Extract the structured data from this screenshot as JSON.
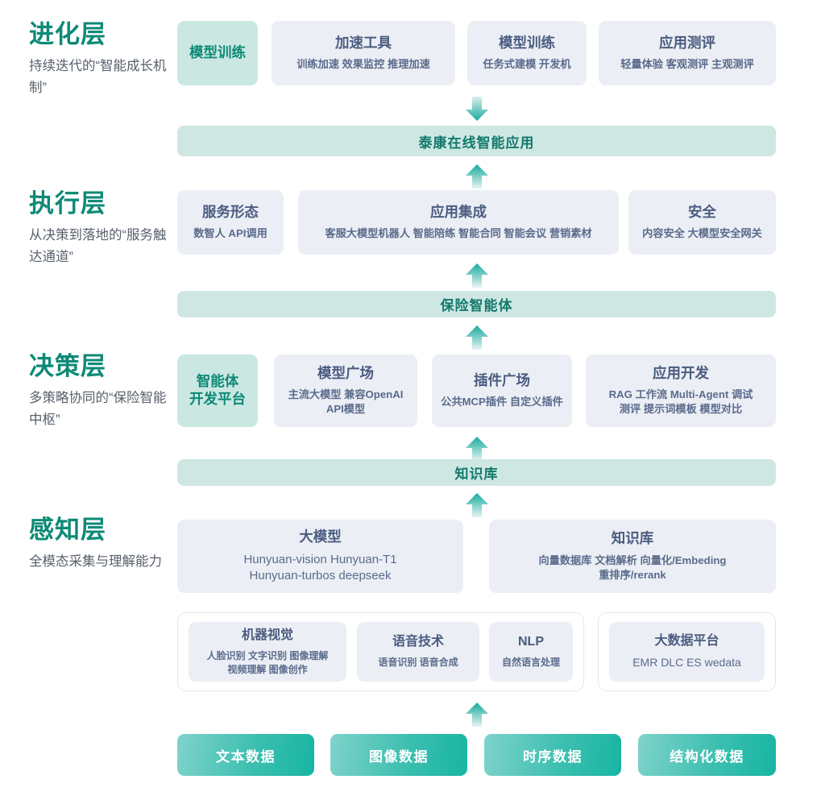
{
  "layers": [
    {
      "title": "进化层",
      "desc": "持续迭代的“智能成长机制”"
    },
    {
      "title": "执行层",
      "desc": "从决策到落地的“服务触达通道”"
    },
    {
      "title": "决策层",
      "desc": "多策略协同的“保险智能中枢”"
    },
    {
      "title": "感知层",
      "desc": "全模态采集与理解能力"
    }
  ],
  "evolution_cards": [
    {
      "title": "模型训练",
      "sub": ""
    },
    {
      "title": "加速工具",
      "sub": "训练加速 效果监控 推理加速"
    },
    {
      "title": "模型训练",
      "sub": "任务式建模 开发机"
    },
    {
      "title": "应用测评",
      "sub": "轻量体验 客观测评 主观测评"
    }
  ],
  "bars": [
    {
      "label": "泰康在线智能应用"
    },
    {
      "label": "保险智能体"
    },
    {
      "label": "知识库"
    }
  ],
  "execution_cards": [
    {
      "title": "服务形态",
      "sub": "数智人  API调用"
    },
    {
      "title": "应用集成",
      "sub": "客服大模型机器人 智能陪练 智能合同 智能会议 营销素材"
    },
    {
      "title": "安全",
      "sub": "内容安全 大模型安全网关"
    }
  ],
  "decision_cards": [
    {
      "title": "智能体\n开发平台",
      "sub": ""
    },
    {
      "title": "模型广场",
      "sub": "主流大模型    兼容OpenAI\nAPI模型"
    },
    {
      "title": "插件广场",
      "sub": "公共MCP插件 自定义插件"
    },
    {
      "title": "应用开发",
      "sub": "RAG 工作流 Multi-Agent 调试\n测评 提示词模板 模型对比"
    }
  ],
  "perception_cards": [
    {
      "title": "大模型",
      "sub": "Hunyuan-vision Hunyuan-T1\nHunyuan-turbos deepseek"
    },
    {
      "title": "知识库",
      "sub": "向量数据库 文档解析 向量化/Embeding\n重排序/rerank"
    }
  ],
  "tech_cards": [
    {
      "title": "机器视觉",
      "sub": "人脸识别 文字识别 图像理解\n视频理解 图像创作"
    },
    {
      "title": "语音技术",
      "sub": "语音识别 语音合成"
    },
    {
      "title": "NLP",
      "sub": "自然语言处理"
    },
    {
      "title": "大数据平台",
      "sub": "EMR DLC ES wedata"
    }
  ],
  "data_pills": [
    {
      "label": "文本数据"
    },
    {
      "label": "图像数据"
    },
    {
      "label": "时序数据"
    },
    {
      "label": "结构化数据"
    }
  ],
  "colors": {
    "accent_teal": "#0d8a77",
    "card_grey": "#ebeef4",
    "card_teal": "#cbe7e2",
    "bar_teal": "#cfe7e3",
    "text_blue": "#4a5c80",
    "pill_gradient_start": "#7fd3cb",
    "pill_gradient_end": "#17b5a3"
  }
}
